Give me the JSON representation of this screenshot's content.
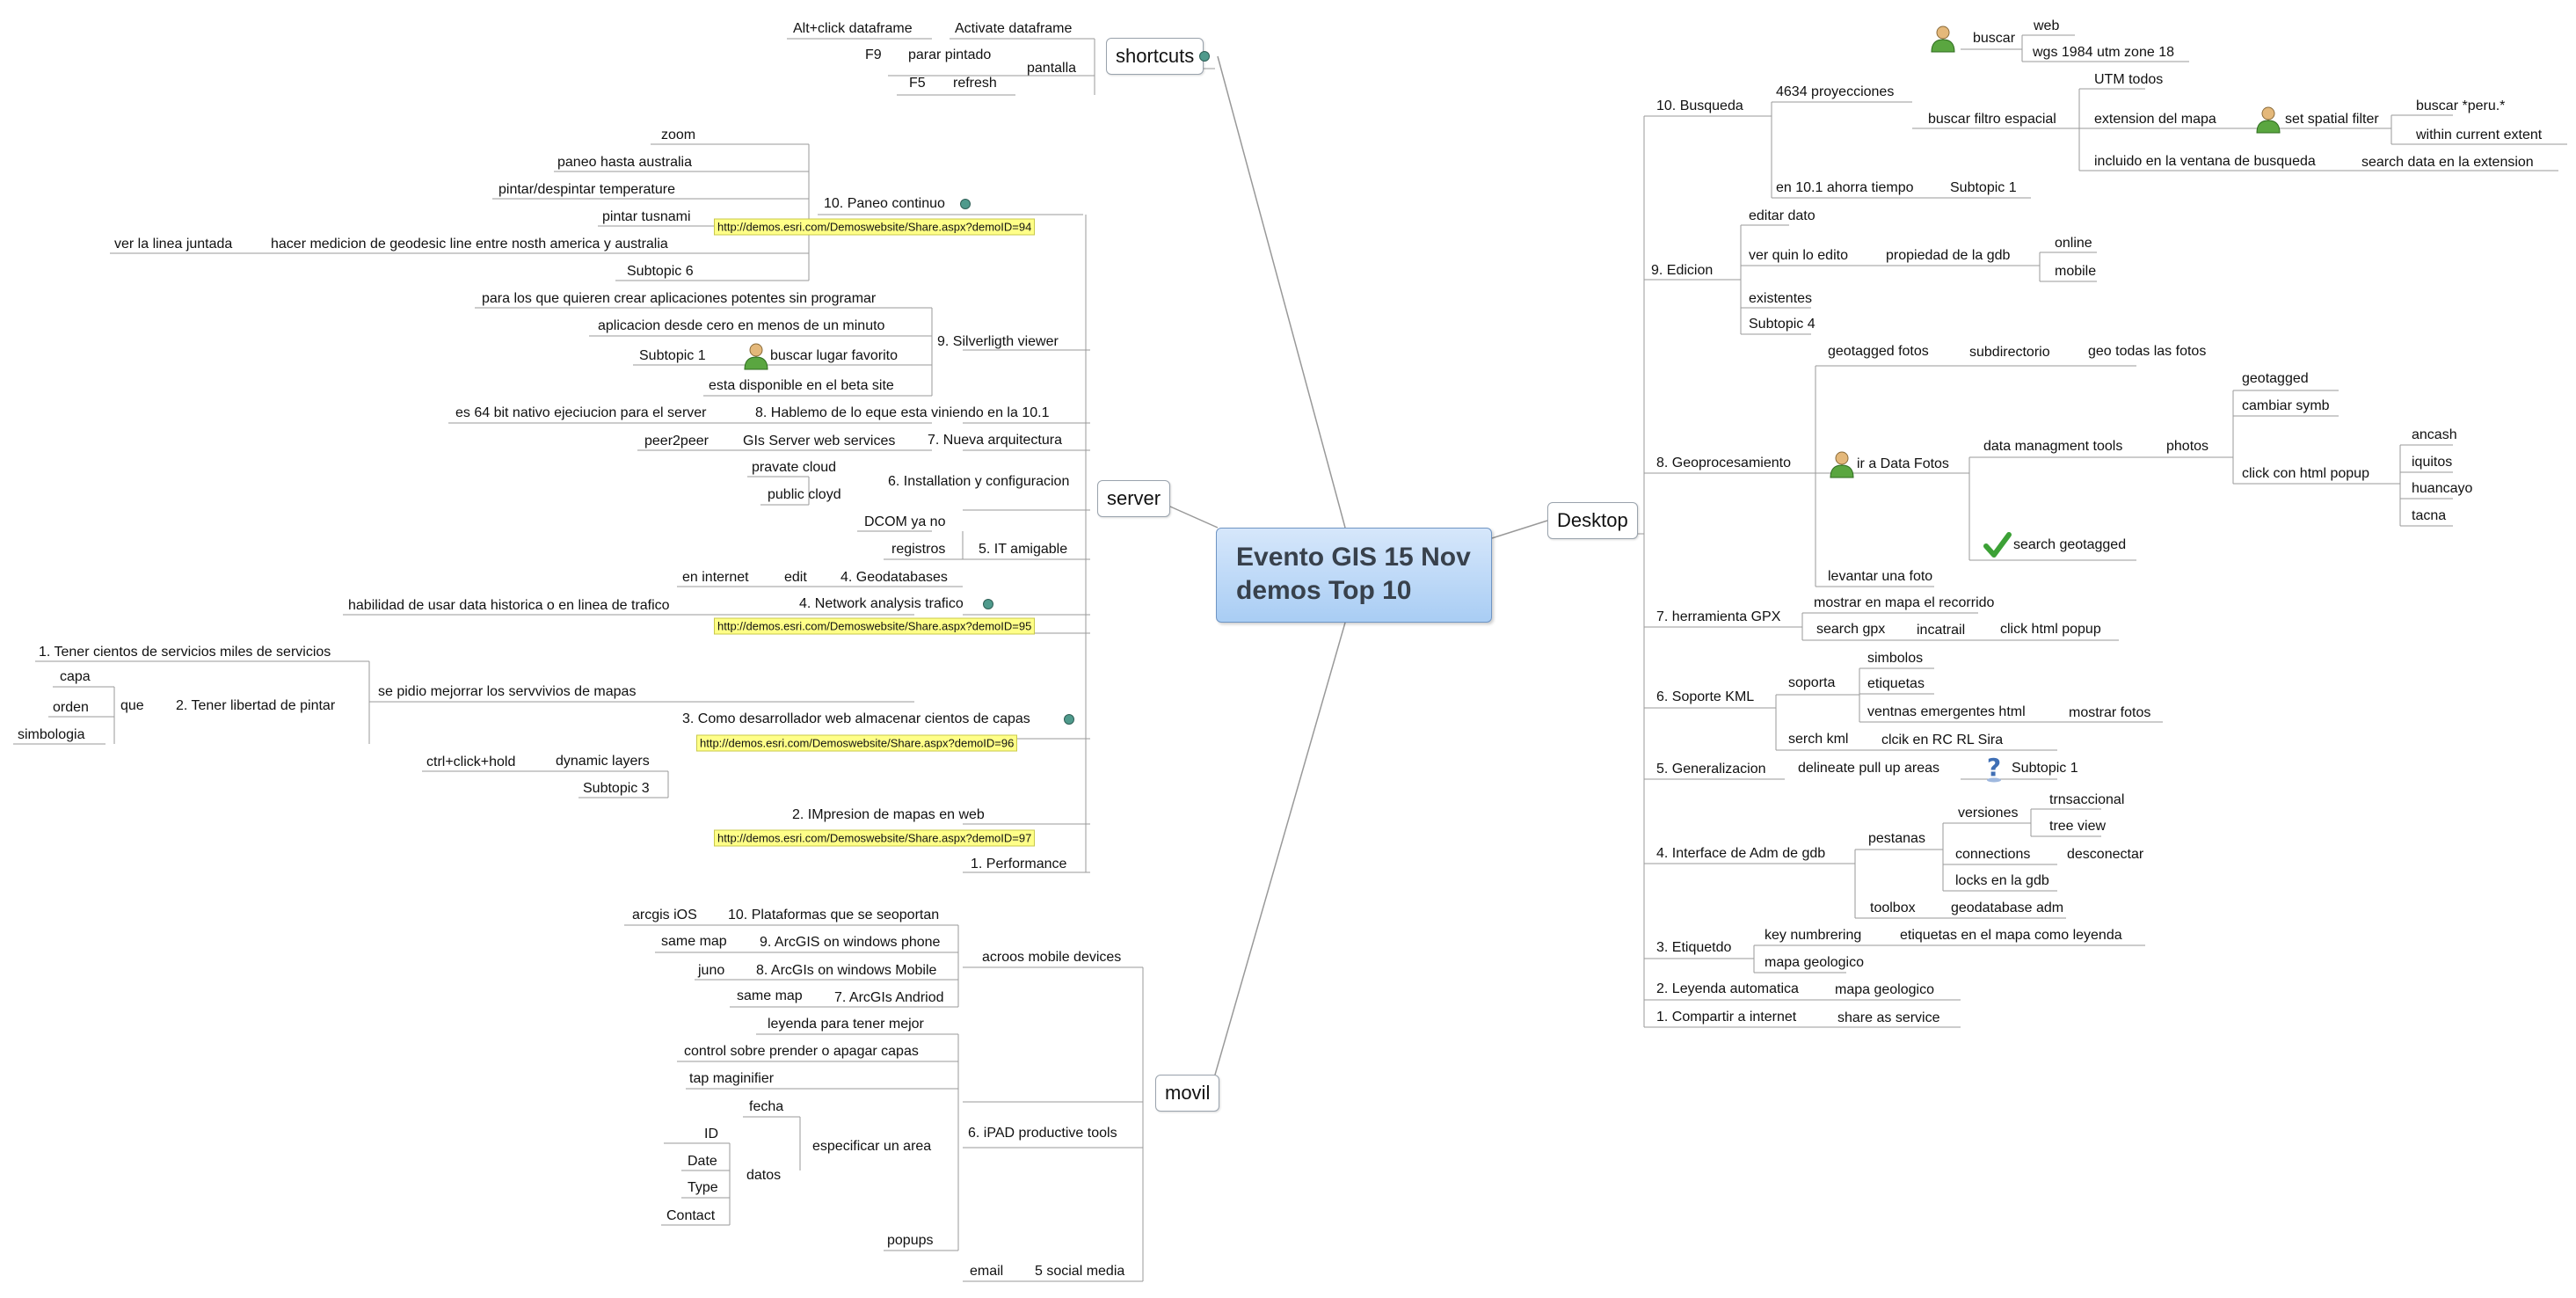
{
  "center_title": [
    "Evento GIS 15 Nov",
    "demos Top 10"
  ],
  "branches": {
    "shortcuts": "shortcuts",
    "server": "server",
    "movil": "movil",
    "desktop": "Desktop"
  },
  "shortcuts": {
    "alt_click": "Alt+click dataframe",
    "activate": "Activate dataframe",
    "f9": "F9",
    "parar": "parar pintado",
    "pantalla": "pantalla",
    "f5": "F5",
    "refresh": "refresh"
  },
  "server": {
    "paneo": "10. Paneo continuo",
    "zoom": "zoom",
    "paneo_australia": "paneo hasta australia",
    "pintar_temp": "pintar/despintar  temperature",
    "pintar_tsunami": "pintar tusnami",
    "ver_linea": "ver la linea juntada",
    "medicion": "hacer medicion de geodesic line entre nosth america y australia",
    "subtopic6": "Subtopic 6",
    "link94": "http://demos.esri.com/Demoswebsite/Share.aspx?demoID=94",
    "silverlight": "9.  Silverligth viewer",
    "para_los": "para los que quieren crear aplicaciones potentes sin programar",
    "aplicacion": "aplicacion desde cero en menos de un minuto",
    "subtopic1": "Subtopic 1",
    "buscar_lugar": "buscar lugar favorito",
    "beta": "esta disponible en el beta site",
    "hablemo": "8. Hablemo de lo eque esta viniendo en la 10.1",
    "bit64": "es 64 bit nativo ejeciucion para el server",
    "nueva_arq": "7. Nueva arquitectura",
    "gis_server": "GIs Server web services",
    "peer2peer": "peer2peer",
    "installation": "6. Installation y configuracion",
    "pravate": "pravate  cloud",
    "public": "public cloyd",
    "it_amigable": "5. IT amigable",
    "dcom": "DCOM ya no",
    "registros": "registros",
    "geodatabases": "4. Geodatabases",
    "edit": "edit",
    "en_internet": "en internet",
    "network": "4. Network analysis trafico",
    "habilidad": "habilidad de usar data historica o en linea de trafico",
    "link95": "http://demos.esri.com/Demoswebsite/Share.aspx?demoID=95",
    "como_desarr": "3. Como desarrollador web almacenar cientos de capas",
    "link96": "http://demos.esri.com/Demoswebsite/Share.aspx?demoID=96",
    "se_pidio": "se pidio mejorrar los servvivios de mapas",
    "tener_cientos": "1. Tener cientos de servicios miles de servicios",
    "tener_libertad": "2. Tener libertad de pintar",
    "que": "que",
    "capa": "capa",
    "orden": "orden",
    "simbologia": "simbologia",
    "dynamic": "dynamic layers",
    "ctrl_click": "ctrl+click+hold",
    "subtopic3": "Subtopic 3",
    "impresion": "2. IMpresion de mapas en web",
    "link97": "http://demos.esri.com/Demoswebsite/Share.aspx?demoID=97",
    "performance": "1. Performance"
  },
  "movil": {
    "acroos": "acroos mobile devices",
    "plataformas": "10. Plataformas que se seoportan",
    "arcgis_ios": "arcgis iOS",
    "windows_phone": "9. ArcGIS on windows phone",
    "same_map1": "same map",
    "windows_mobile": "8. ArcGIs on windows Mobile",
    "juno": "juno",
    "android": "7. ArcGIs Andriod",
    "same_map2": "same map",
    "ipad": "6. iPAD productive tools",
    "leyenda": "leyenda para tener mejor",
    "control": "control sobre prender o apagar capas",
    "tap": "tap maginifier",
    "especificar": "especificar un area",
    "fecha": "fecha",
    "datos": "datos",
    "id": "ID",
    "date": "Date",
    "type": "Type",
    "contact": "Contact",
    "popups": "popups",
    "social": "5 social media",
    "email": "email"
  },
  "desktop": {
    "busqueda": "10. Busqueda",
    "proyecciones": "4634 proyecciones",
    "buscar": "buscar",
    "web": "web",
    "wgs": "wgs 1984 utm zone 18",
    "buscar_filtro": "buscar filtro espacial",
    "utm": "UTM todos",
    "extension": "extension del mapa",
    "set_spatial": "set spatial filter",
    "buscar_peru": "buscar *peru.*",
    "within": "within current extent",
    "incluido": "incluido en la ventana de busqueda",
    "search_data": "search data en la extension",
    "en_10_1": "en 10.1 ahorra tiempo",
    "subtopic1": "Subtopic 1",
    "edicion": "9. Edicion",
    "editar": "editar dato",
    "ver_quin": "ver quin lo edito",
    "propiedad": "propiedad de la gdb",
    "online": "online",
    "mobile": "mobile",
    "existentes": "existentes",
    "subtopic4": "Subtopic 4",
    "geoproc": "8. Geoprocesamiento",
    "geotagged_fotos": "geotagged fotos",
    "subdirectorio": "subdirectorio",
    "geo_todas": "geo todas las fotos",
    "ir_data": "ir a Data Fotos",
    "data_manag": "data managment tools",
    "photos": "photos",
    "geotagged": "geotagged",
    "cambiar": "cambiar symb",
    "click_html": "click con html popup",
    "ancash": "ancash",
    "iquitos": "iquitos",
    "huancayo": "huancayo",
    "tacna": "tacna",
    "search_geotagged": "search geotagged",
    "levantar": "levantar una foto",
    "gpx": "7. herramienta GPX",
    "mostrar_mapa": "mostrar en mapa el recorrido",
    "search_gpx": "search gpx",
    "incatrail": "incatrail",
    "click_html_popup": "click html popup",
    "kml": "6. Soporte KML",
    "soporta": "soporta",
    "simbolos": "simbolos",
    "etiquetas": "etiquetas",
    "ventnas": "ventnas emergentes html",
    "mostrar_fotos": "mostrar fotos",
    "serch_kml": "serch kml",
    "clcik": "clcik en RC RL Sira",
    "generalizacion": "5. Generalizacion",
    "delineate": "delineate pull up areas",
    "subtopic1b": "Subtopic 1",
    "interface": "4. Interface de Adm de gdb",
    "pestanas": "pestanas",
    "versiones": "versiones",
    "trnsaccional": "trnsaccional",
    "tree_view": "tree view",
    "connections": "connections",
    "desconectar": "desconectar",
    "locks": "locks en la gdb",
    "toolbox": "toolbox",
    "geodatabase_adm": "geodatabase adm",
    "etiquetdo": "3. Etiquetdo",
    "key_numbering": "key numbrering",
    "etiquetas_mapa": "etiquetas en el mapa como leyenda",
    "mapa_geologico": "mapa geologico",
    "leyenda_auto": "2. Leyenda automatica",
    "mapa_geologico2": "mapa geologico",
    "compartir": "1. Compartir a internet",
    "share_service": "share as service"
  }
}
